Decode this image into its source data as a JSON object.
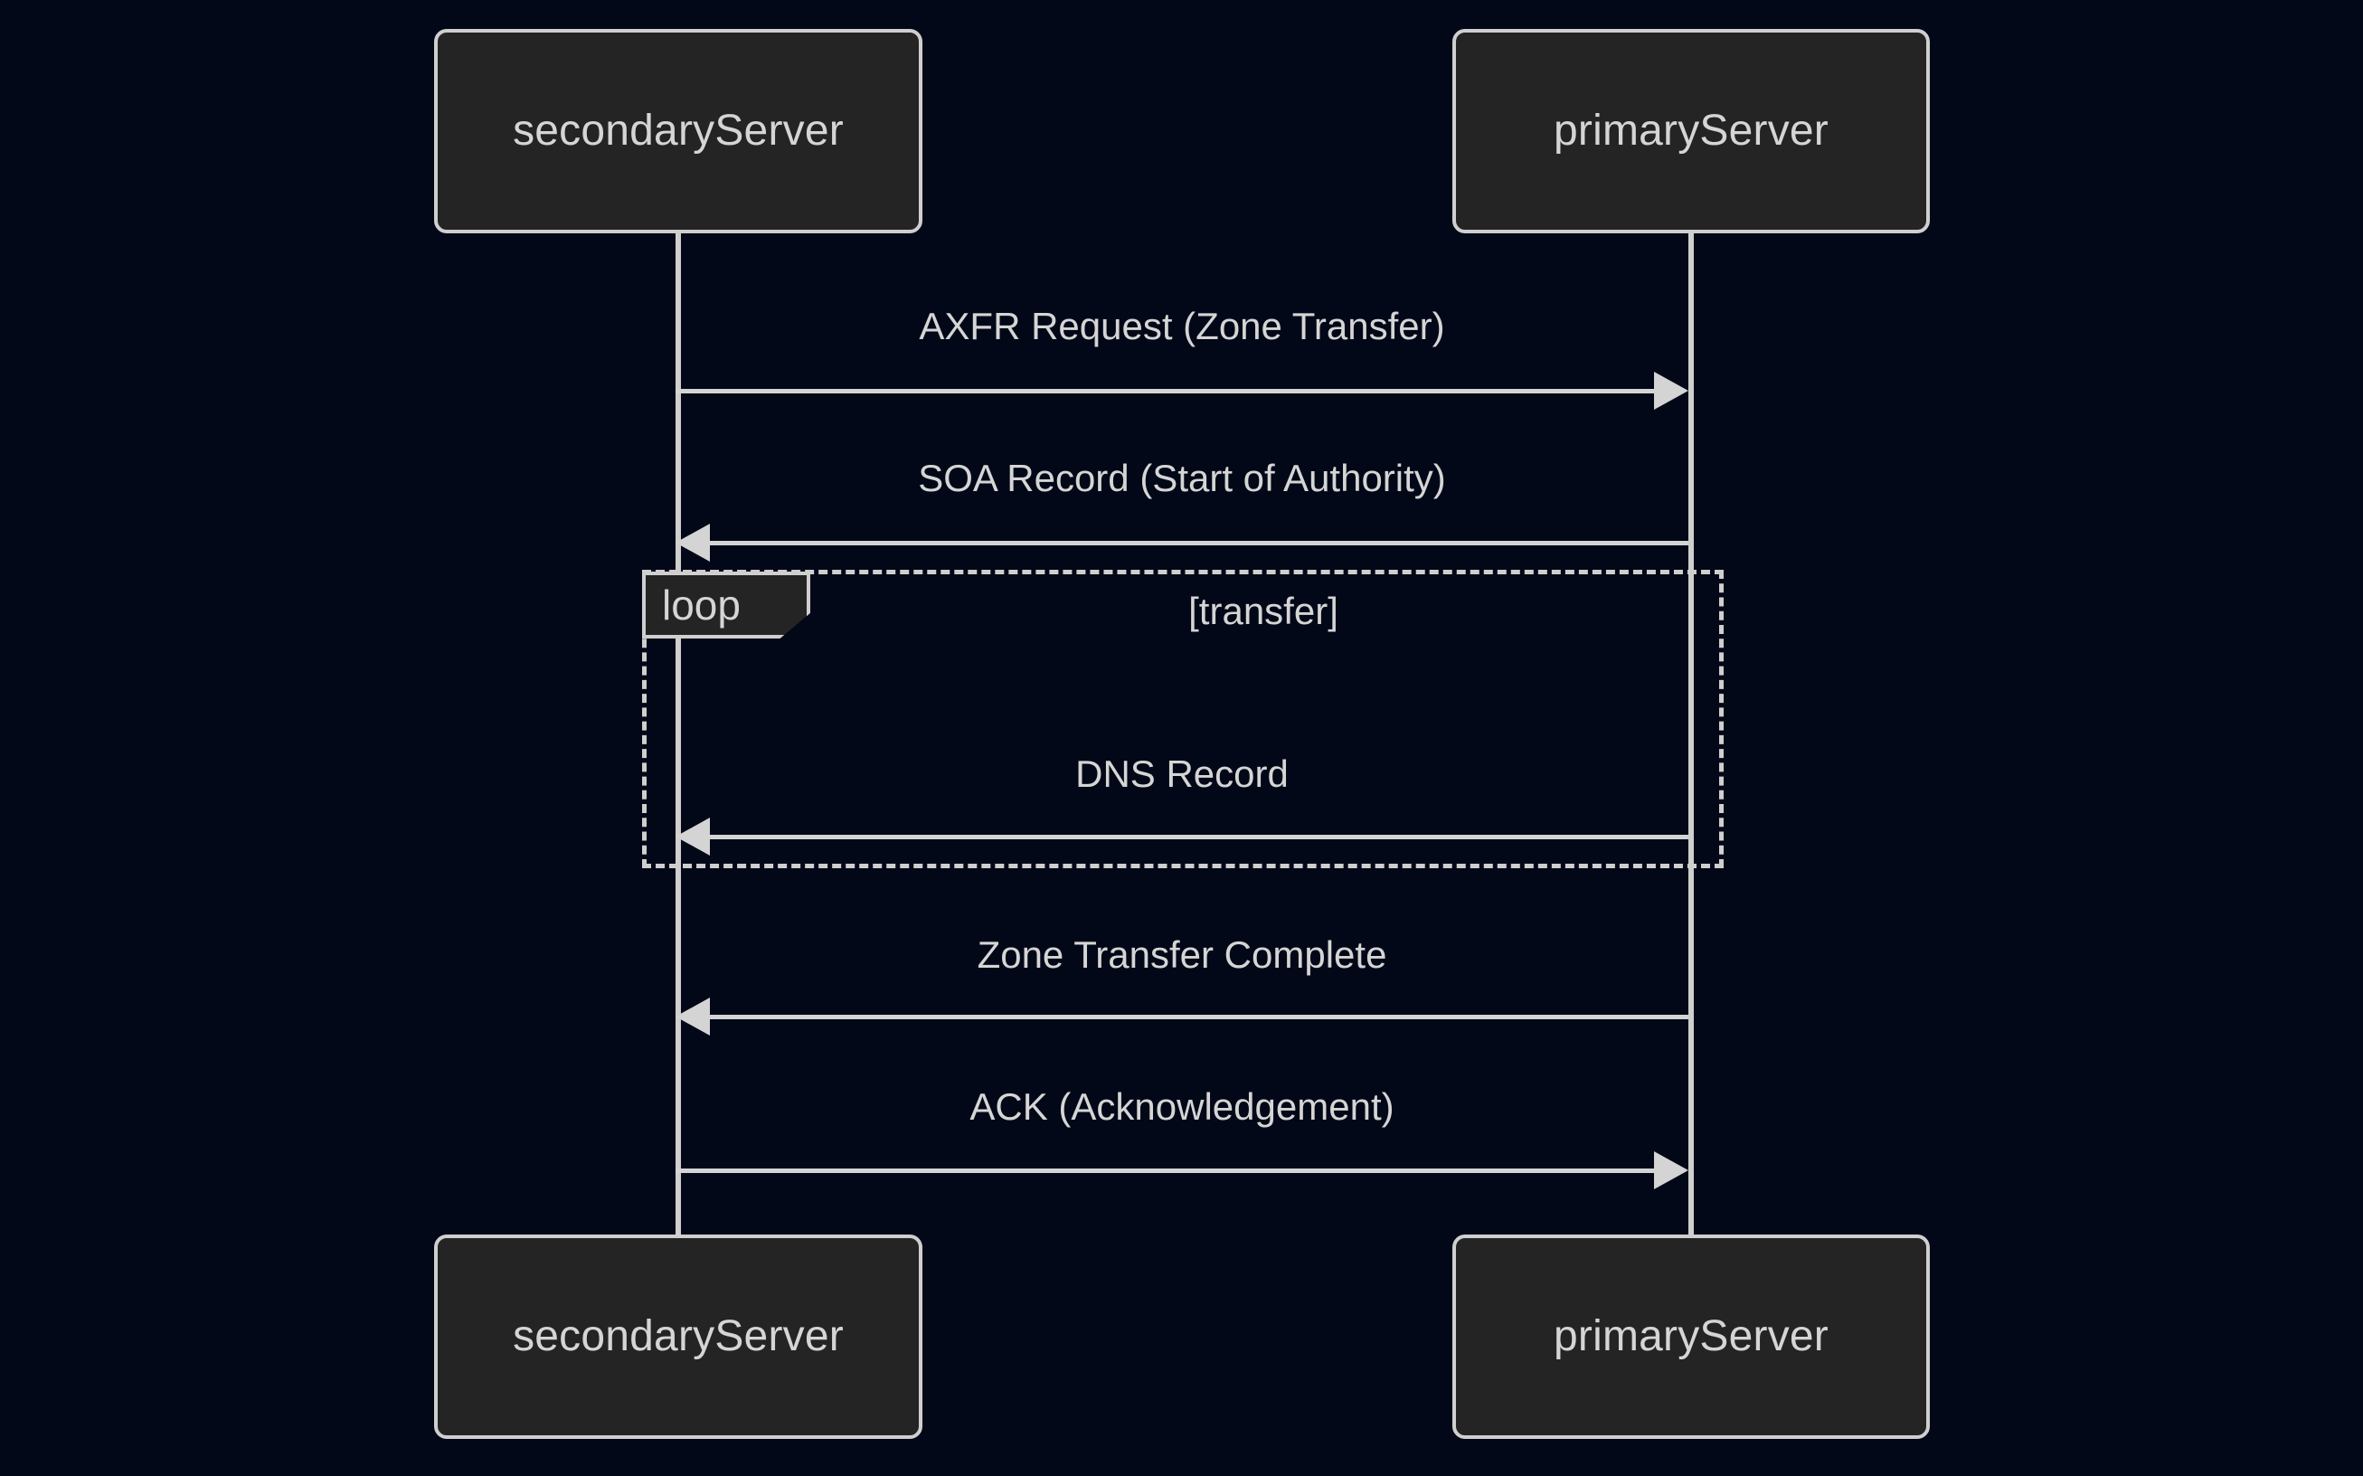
{
  "diagram": {
    "type": "sequence-diagram",
    "background_color": "#020817",
    "box_fill_color": "#242424",
    "line_color": "#cfcfcf",
    "text_color": "#d5d5d5",
    "participants": [
      {
        "id": "secondaryServer",
        "label": "secondaryServer"
      },
      {
        "id": "primaryServer",
        "label": "primaryServer"
      }
    ],
    "messages": [
      {
        "index": 1,
        "from": "secondaryServer",
        "to": "primaryServer",
        "direction": "right",
        "label": "AXFR Request (Zone Transfer)",
        "line_style": "solid",
        "arrow": "solid-head"
      },
      {
        "index": 2,
        "from": "primaryServer",
        "to": "secondaryServer",
        "direction": "left",
        "label": "SOA Record (Start of Authority)",
        "line_style": "solid",
        "arrow": "solid-head"
      },
      {
        "index": 3,
        "from": "primaryServer",
        "to": "secondaryServer",
        "direction": "left",
        "label": "DNS Record",
        "line_style": "solid",
        "arrow": "solid-head",
        "inside_fragment": "loop"
      },
      {
        "index": 4,
        "from": "primaryServer",
        "to": "secondaryServer",
        "direction": "left",
        "label": "Zone Transfer Complete",
        "line_style": "solid",
        "arrow": "solid-head"
      },
      {
        "index": 5,
        "from": "secondaryServer",
        "to": "primaryServer",
        "direction": "right",
        "label": "ACK (Acknowledgement)",
        "line_style": "solid",
        "arrow": "solid-head"
      }
    ],
    "fragments": [
      {
        "kind": "loop",
        "keyword": "loop",
        "condition": "[transfer]"
      }
    ]
  }
}
